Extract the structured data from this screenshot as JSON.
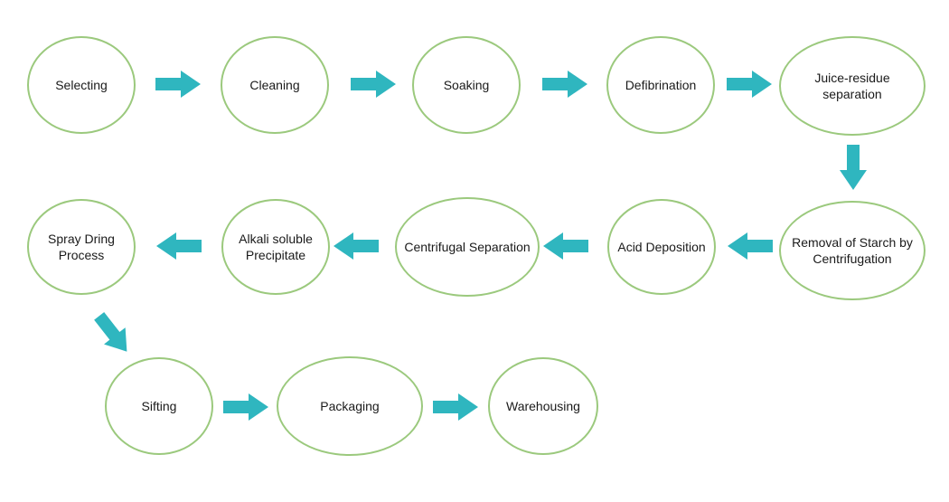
{
  "diagram": {
    "type": "process-flowchart",
    "background_color": "#ffffff",
    "node_border_color": "#9bc97d",
    "arrow_color": "#2fb6bf",
    "text_color": "#1a1a1a",
    "nodes": [
      {
        "id": "selecting",
        "label": "Selecting"
      },
      {
        "id": "cleaning",
        "label": "Cleaning"
      },
      {
        "id": "soaking",
        "label": "Soaking"
      },
      {
        "id": "defibrination",
        "label": "Defibrination"
      },
      {
        "id": "juice-residue-separation",
        "label": "Juice-residue separation"
      },
      {
        "id": "removal-of-starch-by-centrifugation",
        "label": "Removal of Starch by Centrifugation"
      },
      {
        "id": "acid-deposition",
        "label": "Acid Deposition"
      },
      {
        "id": "centrifugal-separation",
        "label": "Centrifugal Separation"
      },
      {
        "id": "alkali-soluble-precipitate",
        "label": "Alkali soluble Precipitate"
      },
      {
        "id": "spray-dring-process",
        "label": "Spray Dring Process"
      },
      {
        "id": "sifting",
        "label": "Sifting"
      },
      {
        "id": "packaging",
        "label": "Packaging"
      },
      {
        "id": "warehousing",
        "label": "Warehousing"
      }
    ],
    "connections": [
      {
        "from": "Selecting",
        "to": "Cleaning",
        "direction": "right"
      },
      {
        "from": "Cleaning",
        "to": "Soaking",
        "direction": "right"
      },
      {
        "from": "Soaking",
        "to": "Defibrination",
        "direction": "right"
      },
      {
        "from": "Defibrination",
        "to": "Juice-residue separation",
        "direction": "right"
      },
      {
        "from": "Juice-residue separation",
        "to": "Removal of Starch by Centrifugation",
        "direction": "down"
      },
      {
        "from": "Removal of Starch by Centrifugation",
        "to": "Acid Deposition",
        "direction": "left"
      },
      {
        "from": "Acid Deposition",
        "to": "Centrifugal Separation",
        "direction": "left"
      },
      {
        "from": "Centrifugal Separation",
        "to": "Alkali soluble Precipitate",
        "direction": "left"
      },
      {
        "from": "Alkali soluble Precipitate",
        "to": "Spray Dring Process",
        "direction": "left"
      },
      {
        "from": "Spray Dring Process",
        "to": "Sifting",
        "direction": "down-right"
      },
      {
        "from": "Sifting",
        "to": "Packaging",
        "direction": "right"
      },
      {
        "from": "Packaging",
        "to": "Warehousing",
        "direction": "right"
      }
    ]
  }
}
